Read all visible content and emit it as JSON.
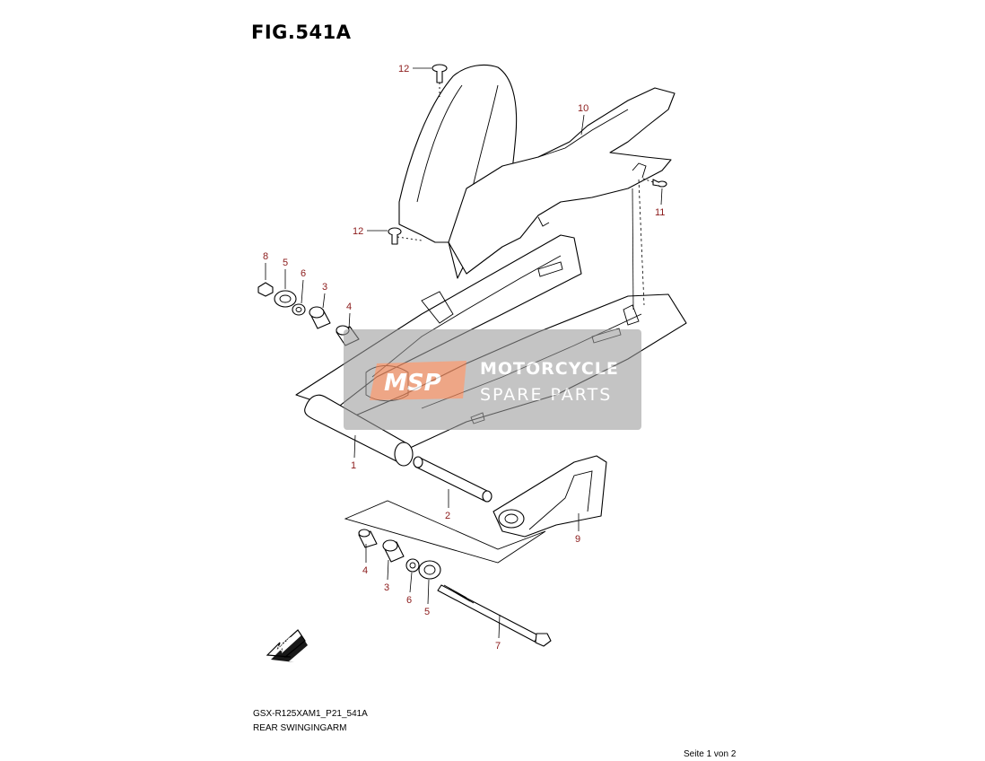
{
  "figure_title": "FIG.541A",
  "footer": {
    "model_code": "GSX-R125XAM1_P21_541A",
    "diagram_name": "REAR SWINGINGARM",
    "page_info": "Seite 1 von 2"
  },
  "watermark": {
    "logo": "MSP",
    "line1": "MOTORCYCLE",
    "line2": "SPARE PARTS",
    "logo_color": "#f08a5d",
    "box_color": "#9a9a9a"
  },
  "direction_marker": "FWD",
  "callouts": {
    "c12a": "12",
    "c10": "10",
    "c11": "11",
    "c12b": "12",
    "c8": "8",
    "c5a": "5",
    "c6a": "6",
    "c3a": "3",
    "c4a": "4",
    "c1": "1",
    "c2": "2",
    "c9": "9",
    "c4b": "4",
    "c3b": "3",
    "c6b": "6",
    "c5b": "5",
    "c7": "7"
  },
  "callout_color": "#8b1a1a"
}
